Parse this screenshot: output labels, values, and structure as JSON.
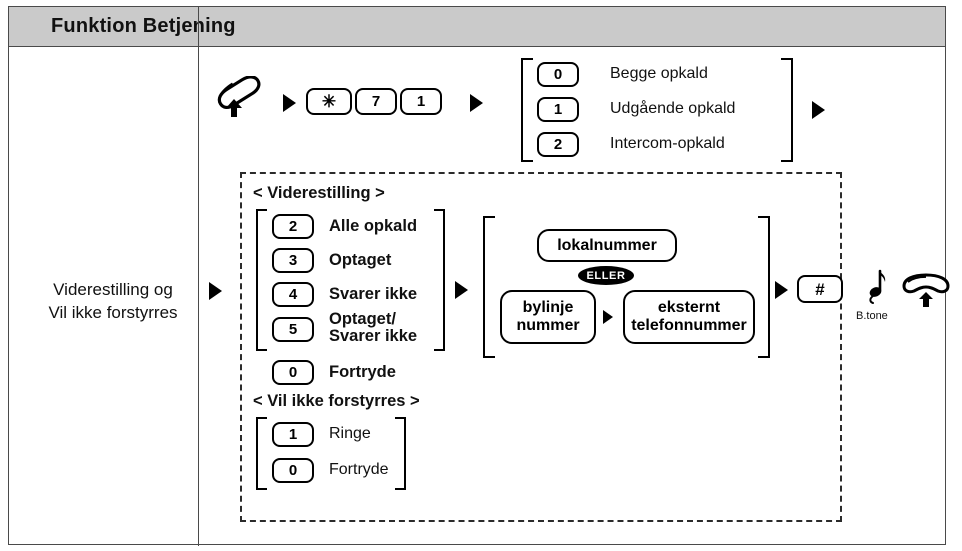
{
  "table": {
    "header_title": "Funktion Betjening",
    "function_label_lines": [
      "Viderestilling og",
      "Vil ikke forstyrres"
    ]
  },
  "row1": {
    "start_icon": "handset-offhook-icon",
    "arrow1": "arrow-right-icon",
    "keys": [
      "✳",
      "7",
      "1"
    ],
    "arrow2": "arrow-right-icon",
    "options": [
      {
        "key": "0",
        "label": "Begge opkald"
      },
      {
        "key": "1",
        "label": "Udgående opkald"
      },
      {
        "key": "2",
        "label": "Intercom-opkald"
      }
    ],
    "arrow3": "arrow-right-icon"
  },
  "row2": {
    "entry_arrow": "arrow-right-icon",
    "forward_section": {
      "title": "< Viderestilling >",
      "items": [
        {
          "key": "2",
          "label": "Alle opkald",
          "bold": true
        },
        {
          "key": "3",
          "label": "Optaget",
          "bold": true
        },
        {
          "key": "4",
          "label": "Svarer ikke",
          "bold": true
        },
        {
          "key": "5",
          "label_line1": "Optaget/",
          "label_line2": "Svarer ikke",
          "bold": true
        }
      ],
      "cancel": {
        "key": "0",
        "label": "Fortryde"
      }
    },
    "dnd_section": {
      "title": "< Vil ikke forstyrres >",
      "items": [
        {
          "key": "1",
          "label": "Ringe"
        },
        {
          "key": "0",
          "label": "Fortryde"
        }
      ]
    },
    "mid_arrow": "arrow-right-icon",
    "number_group": {
      "extension": "lokalnummer",
      "or_label": "ELLER",
      "trunk": {
        "line1": "bylinje",
        "line2": "nummer"
      },
      "inner_arrow": "arrow-right-icon",
      "external": {
        "line1": "eksternt",
        "line2": "telefonnummer"
      }
    },
    "end_arrow": "arrow-right-icon",
    "hash_key": "#",
    "tone": {
      "icon": "music-note-icon",
      "label": "B.tone"
    },
    "hangup_icon": "handset-onhook-icon"
  },
  "colors": {
    "header_bg": "#cacaca",
    "border": "#4a4a4a",
    "ink": "#000000"
  }
}
